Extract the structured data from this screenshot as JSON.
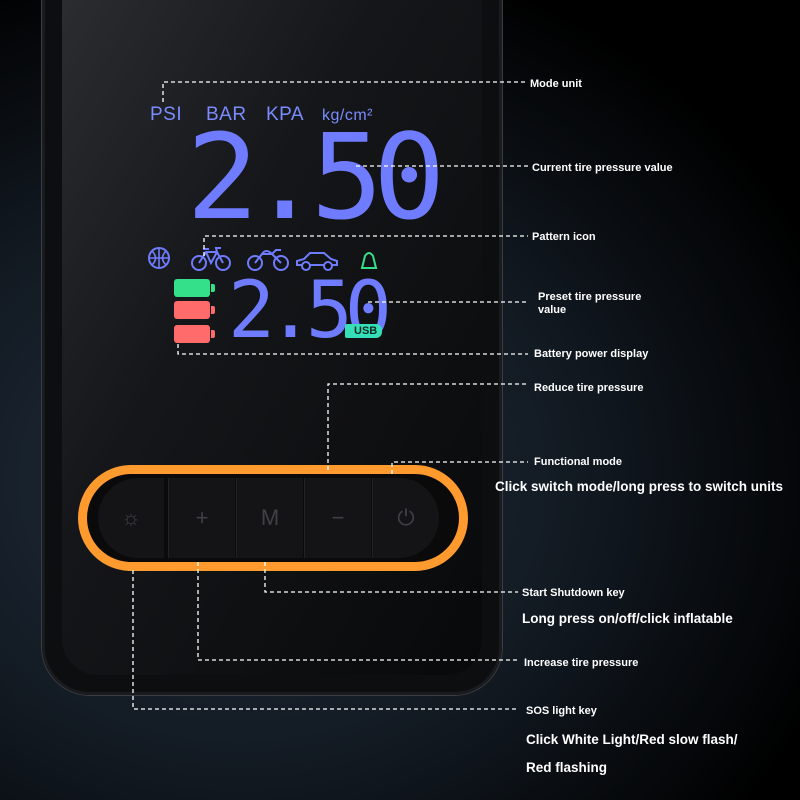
{
  "display": {
    "units": [
      "PSI",
      "BAR",
      "KPA",
      "kg/cm²"
    ],
    "current_value": "2.50",
    "preset_value": "2.50",
    "usb_badge": "USB",
    "mode_icons": [
      "ball-icon",
      "bicycle-icon",
      "motorcycle-icon",
      "car-icon",
      "custom-icon"
    ],
    "battery_levels": [
      "full",
      "half",
      "low"
    ]
  },
  "buttons": [
    {
      "name": "sos-light",
      "glyph": "☼"
    },
    {
      "name": "increase",
      "glyph": "+"
    },
    {
      "name": "mode",
      "glyph": "M"
    },
    {
      "name": "decrease",
      "glyph": "−"
    },
    {
      "name": "power",
      "glyph": "⏻"
    }
  ],
  "callouts": {
    "mode_unit": "Mode unit",
    "current_pressure": "Current tire pressure value",
    "pattern_icon": "Pattern icon",
    "preset_pressure_line1": "Preset tire pressure",
    "preset_pressure_line2": "value",
    "battery_display": "Battery power display",
    "reduce_pressure": "Reduce tire pressure",
    "functional_mode": "Functional mode",
    "functional_mode_desc": "Click switch mode/long press to switch units",
    "start_shutdown": "Start Shutdown key",
    "start_shutdown_desc": "Long press on/off/click inflatable",
    "increase_pressure": "Increase tire pressure",
    "sos_light": "SOS light key",
    "sos_light_desc1": "Click White Light/Red slow flash/",
    "sos_light_desc2": "Red flashing"
  },
  "colors": {
    "display_blue": "#6f7cff",
    "accent_orange": "#ff9a2e",
    "battery_green": "#35e08a",
    "battery_red": "#ff6b6b",
    "usb_teal": "#35e0b8"
  }
}
